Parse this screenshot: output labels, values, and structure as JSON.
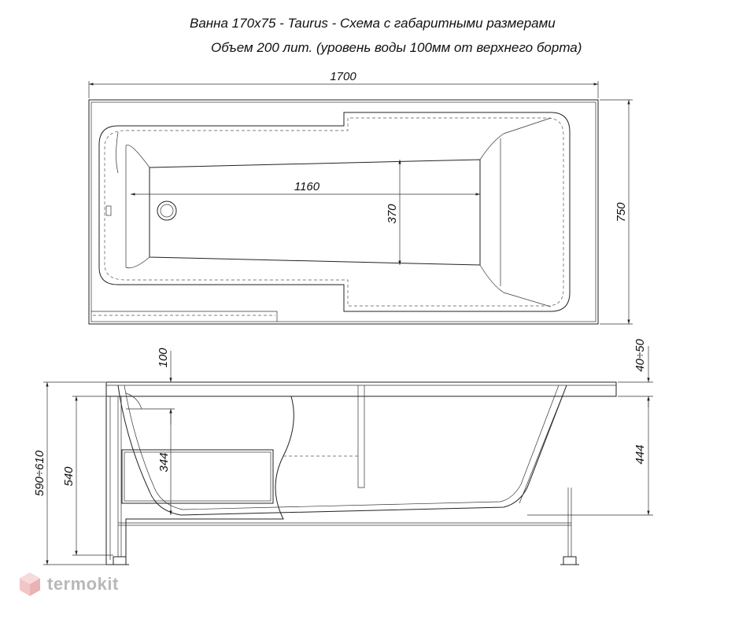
{
  "title": {
    "line1": "Ванна 170x75 - Taurus - Схема с габаритными размерами",
    "line2": "Объем 200 лит. (уровень воды 100мм от верхнего борта)"
  },
  "top_view": {
    "overall_length": "1700",
    "overall_width": "750",
    "inner_length": "1160",
    "inner_width": "370"
  },
  "side_view": {
    "water_level_depth": "100",
    "rim_height": "40÷50",
    "inner_depth": "344",
    "depth_to_bottom": "444",
    "body_height": "540",
    "total_height": "590÷610"
  },
  "watermark": {
    "text": "termokit",
    "logo": "hexagon-logo-icon",
    "color": "#b8b8b8"
  }
}
